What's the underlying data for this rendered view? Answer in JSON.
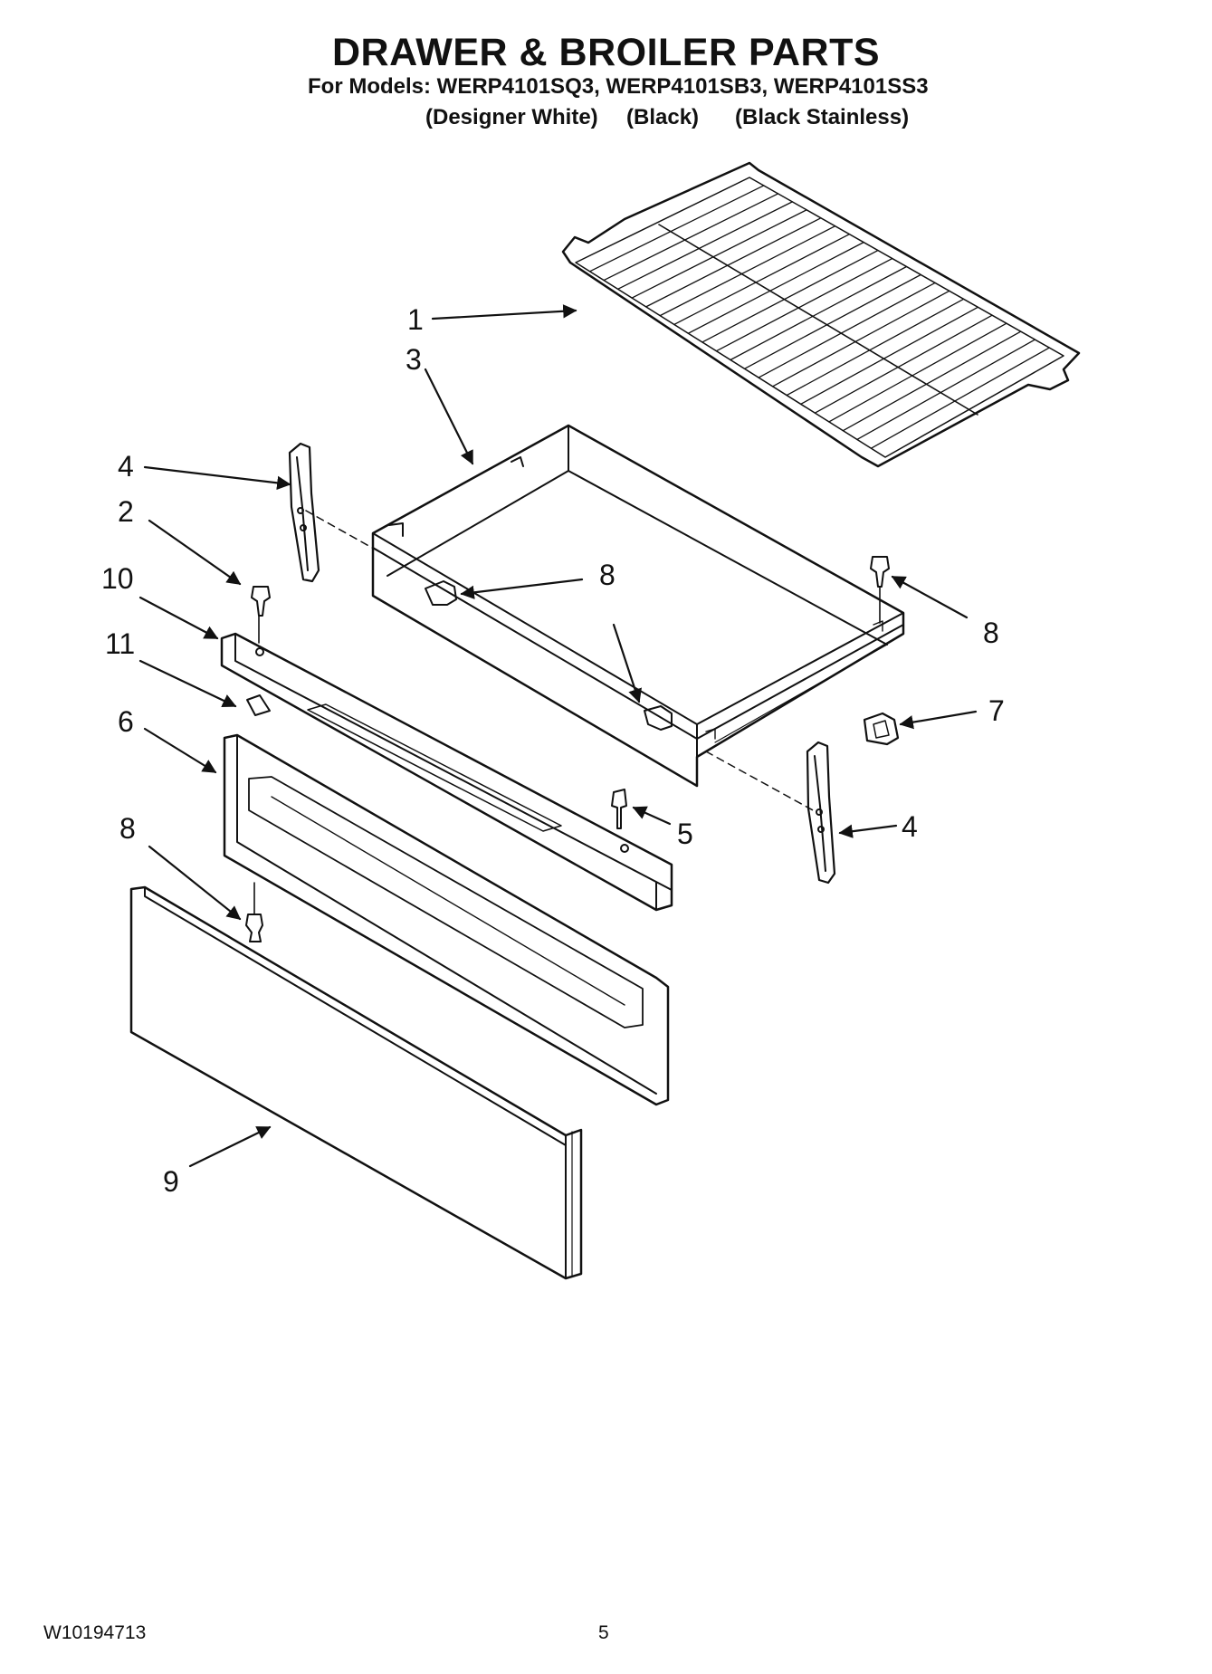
{
  "header": {
    "title": "DRAWER & BROILER PARTS",
    "models_line": "For Models: WERP4101SQ3, WERP4101SB3, WERP4101SS3",
    "colors": [
      "(Designer White)",
      "(Black)",
      "(Black Stainless)"
    ]
  },
  "callouts": [
    {
      "id": "c1",
      "label": "1"
    },
    {
      "id": "c3",
      "label": "3"
    },
    {
      "id": "c4a",
      "label": "4"
    },
    {
      "id": "c2",
      "label": "2"
    },
    {
      "id": "c10",
      "label": "10"
    },
    {
      "id": "c11",
      "label": "11"
    },
    {
      "id": "c6",
      "label": "6"
    },
    {
      "id": "c8a",
      "label": "8"
    },
    {
      "id": "c8b",
      "label": "8"
    },
    {
      "id": "c8c",
      "label": "8"
    },
    {
      "id": "c7",
      "label": "7"
    },
    {
      "id": "c5",
      "label": "5"
    },
    {
      "id": "c4b",
      "label": "4"
    },
    {
      "id": "c9",
      "label": "9"
    }
  ],
  "footer": {
    "doc_number": "W10194713",
    "page_number": "5"
  }
}
